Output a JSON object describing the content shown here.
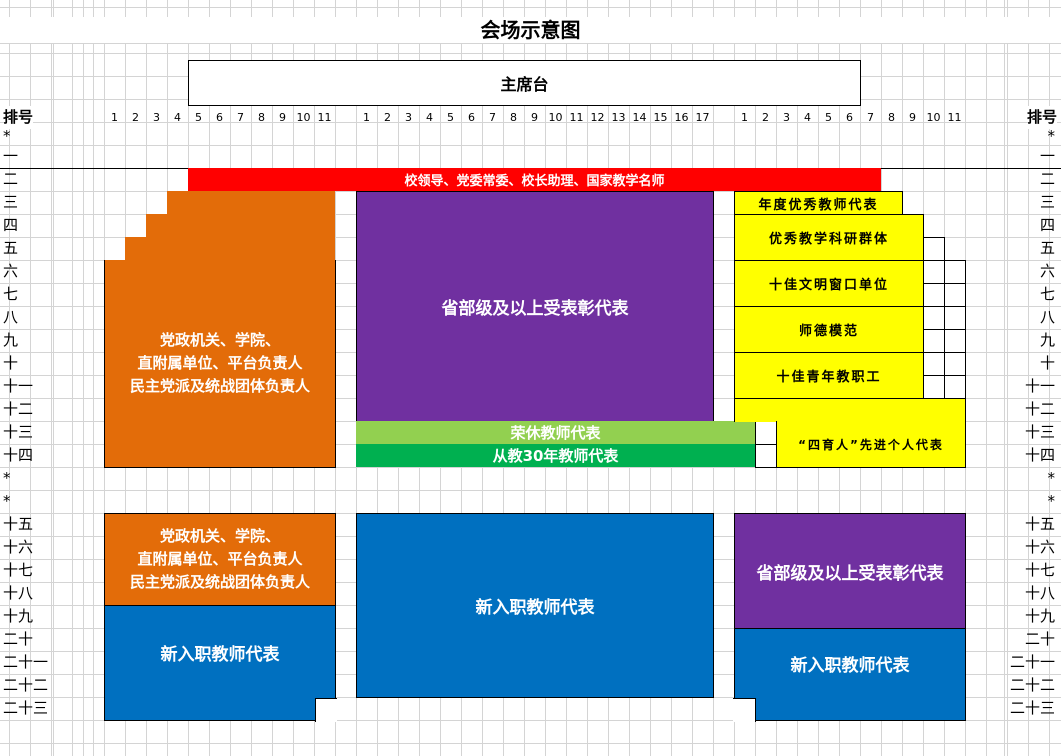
{
  "title": "会场示意图",
  "stage": "主席台",
  "row_header": "排号",
  "rows_top": [
    "*",
    "一",
    "二",
    "三",
    "四",
    "五",
    "六",
    "七",
    "八",
    "九",
    "十",
    "十一",
    "十二",
    "十三",
    "十四",
    "*",
    "*"
  ],
  "rows_bottom": [
    "十五",
    "十六",
    "十七",
    "十八",
    "十九",
    "二十",
    "二十一",
    "二十二",
    "二十三"
  ],
  "seats_left": [
    "1",
    "2",
    "3",
    "4",
    "5",
    "6",
    "7",
    "8",
    "9",
    "10",
    "11"
  ],
  "seats_middle": [
    "1",
    "2",
    "3",
    "4",
    "5",
    "6",
    "7",
    "8",
    "9",
    "10",
    "11",
    "12",
    "13",
    "14",
    "15",
    "16",
    "17"
  ],
  "seats_right": [
    "1",
    "2",
    "3",
    "4",
    "5",
    "6",
    "7",
    "8",
    "9",
    "10",
    "11"
  ],
  "zones": {
    "leaders": "校领导、党委常委、校长助理、国家教学名师",
    "party_line1": "党政机关、学院、",
    "party_line2": "直附属单位、平台负责人",
    "party_line3": "民主党派及统战团体负责人",
    "provincial": "省部级及以上受表彰代表",
    "retired": "荣休教师代表",
    "thirty_years": "从教30年教师代表",
    "annual_teachers": "年度优秀教师代表",
    "research_groups": "优秀教学科研群体",
    "civil_windows": "十佳文明窗口单位",
    "ethics_models": "师德模范",
    "young_staff": "十佳青年教职工",
    "four_education": "“四育人”先进个人代表",
    "new_teachers": "新入职教师代表"
  },
  "colors": {
    "red": "#FF0000",
    "orange": "#E36C09",
    "purple": "#7030A0",
    "light_green": "#92D050",
    "green": "#00B050",
    "blue": "#0070C0",
    "yellow": "#FFFF00"
  }
}
